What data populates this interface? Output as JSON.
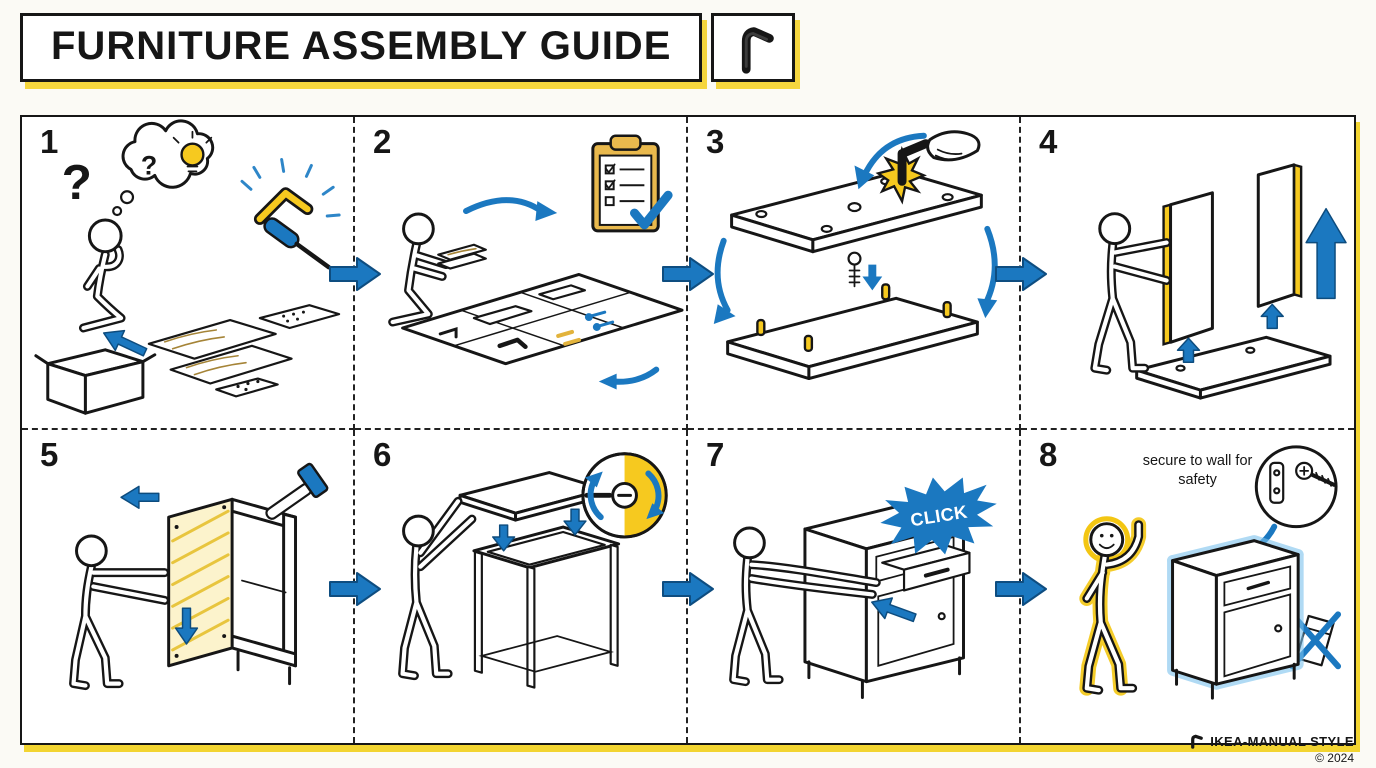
{
  "colors": {
    "accent_blue": "#1b78c0",
    "accent_yellow": "#f6c91f",
    "outline": "#161616",
    "shadow_yellow": "#f2d431"
  },
  "header": {
    "title": "FURNITURE ASSEMBLY GUIDE",
    "icon": "allen-key-icon"
  },
  "flow": {
    "arrow_icon": "right-arrow-icon",
    "count": 6
  },
  "steps": [
    {
      "number": "1",
      "question_mark": "?",
      "bubble_question_mark": "?",
      "icons": [
        "question-mark",
        "thought-bubble-icon",
        "lightbulb-icon",
        "allen-key-icon",
        "screwdriver-icon",
        "cardboard-box-icon",
        "wood-panel-icon",
        "hardware-bag-icon",
        "kneeling-person"
      ]
    },
    {
      "number": "2",
      "icons": [
        "kneeling-person",
        "checklist-clipboard-icon",
        "checkmark-icon",
        "sorting-grid",
        "screw-icon",
        "dowel-icon",
        "allen-key-icon",
        "curved-arrow-icon"
      ]
    },
    {
      "number": "3",
      "icons": [
        "top-panel",
        "bottom-panel",
        "dowel-icon",
        "cam-screw-icon",
        "hand-with-allen-key-icon",
        "starburst-icon",
        "rotation-arrow-icon"
      ]
    },
    {
      "number": "4",
      "icons": [
        "standing-person",
        "side-panel-icon",
        "base-panel-icon",
        "up-arrow-icon"
      ]
    },
    {
      "number": "5",
      "icons": [
        "standing-person",
        "back-panel-hatched-icon",
        "cabinet-frame",
        "hammer-icon",
        "left-arrow-icon",
        "down-arrow-icon"
      ]
    },
    {
      "number": "6",
      "icons": [
        "standing-person",
        "top-panel",
        "cabinet-frame",
        "cam-lock-detail-circle-icon",
        "rotation-arrow-icon",
        "down-arrow-icon"
      ]
    },
    {
      "number": "7",
      "click_label": "CLICK",
      "icons": [
        "standing-person",
        "cabinet",
        "drawer-icon",
        "click-burst-icon",
        "insert-arrow-icon"
      ]
    },
    {
      "number": "8",
      "note": "secure to wall for safety",
      "icons": [
        "thumbs-up-person",
        "finished-cabinet",
        "wall-anchor-detail-circle-icon",
        "no-tipping-icon",
        "down-left-arrow-icon"
      ]
    }
  ],
  "footer": {
    "brand": "IKEA-MANUAL STYLE",
    "copyright": "© 2024",
    "icon": "allen-key-icon"
  }
}
